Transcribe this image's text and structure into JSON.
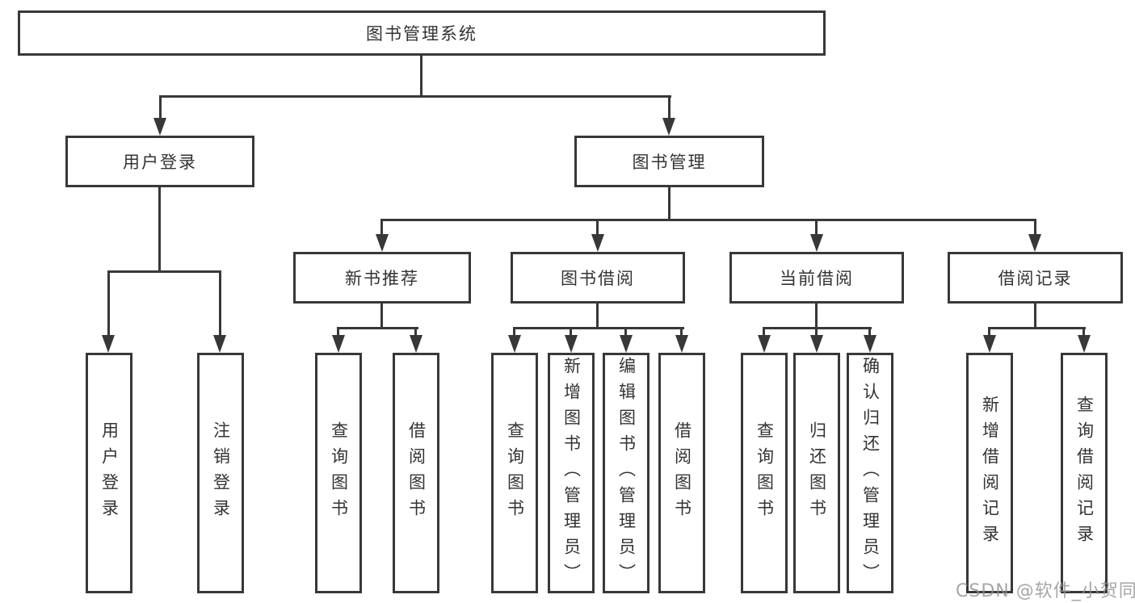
{
  "nodes": {
    "root": {
      "label": "图书管理系统"
    },
    "userLogin": {
      "label": "用户登录",
      "children": [
        {
          "label": "用户登录"
        },
        {
          "label": "注销登录"
        }
      ]
    },
    "bookMgmt": {
      "label": "图书管理",
      "children": [
        {
          "label": "新书推荐",
          "children": [
            {
              "label": "查询图书"
            },
            {
              "label": "借阅图书"
            }
          ]
        },
        {
          "label": "图书借阅",
          "children": [
            {
              "label": "查询图书"
            },
            {
              "label": "新增图书（管理员）"
            },
            {
              "label": "编辑图书（管理员）"
            },
            {
              "label": "借阅图书"
            }
          ]
        },
        {
          "label": "当前借阅",
          "children": [
            {
              "label": "查询图书"
            },
            {
              "label": "归还图书"
            },
            {
              "label": "确认归还（管理员）"
            }
          ]
        },
        {
          "label": "借阅记录",
          "children": [
            {
              "label": "新增借阅记录"
            },
            {
              "label": "查询借阅记录"
            }
          ]
        }
      ]
    }
  },
  "watermark": {
    "text": "CSDN @软件_小贺同学",
    "color": "#919191"
  },
  "colors": {
    "line": "#383838",
    "box_border": "#383838",
    "text": "#333333",
    "background": "#ffffff"
  }
}
